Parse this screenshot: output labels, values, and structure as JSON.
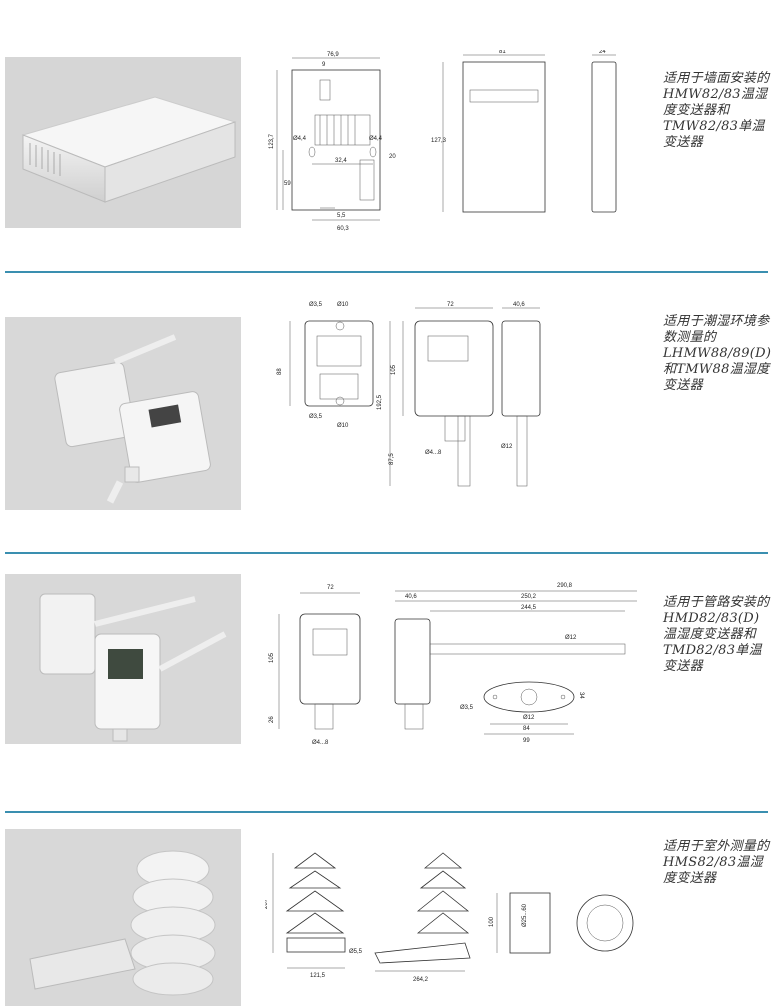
{
  "sections": [
    {
      "description": "适用于墙面安装的HMW82/83温湿度变送器和TMW82/83单温变送器",
      "dims": {
        "front_width": "76,9",
        "top_small": "9",
        "height": "123,7",
        "hole_left": "Ø4,4",
        "hole_right": "Ø4,4",
        "hole_spacing": "32,4",
        "side_20": "20",
        "lower_59": "59",
        "bottom_5_5": "5,5",
        "bottom_width": "60,3",
        "box_width": "81",
        "box_height": "127,3",
        "depth": "24"
      }
    },
    {
      "description": "适用于潮湿环境参数测量的LHMW88/89(D)和TMW88温湿度变送器",
      "dims": {
        "hole_a": "Ø3,5",
        "hole_b": "Ø10",
        "height_88": "88",
        "hole_c": "Ø3,5",
        "hole_d": "Ø10",
        "box_width": "72",
        "total_height": "192,5",
        "upper_105": "105",
        "probe_87_5": "87,5",
        "cable": "Ø4...8",
        "depth": "40,6",
        "probe_dia": "Ø12"
      }
    },
    {
      "description": "适用于管路安装的HMD82/83(D)温湿度变送器和TMD82/83单温变送器",
      "dims": {
        "box_width": "72",
        "height_105": "105",
        "lower_26": "26",
        "cable": "Ø4...8",
        "total_len": "290,8",
        "depth": "40,6",
        "len_250_2": "250,2",
        "len_244_5": "244,5",
        "probe_dia": "Ø12",
        "flange_hole": "Ø3,5",
        "flange_center": "Ø12",
        "flange_34": "34",
        "flange_84": "84",
        "flange_99": "99"
      }
    },
    {
      "description": "适用于室外测量的HMS82/83温湿度变送器",
      "dims": {
        "height_207": "207",
        "hole": "Ø5,5",
        "width_121_5": "121,5",
        "width_264_2": "264,2",
        "clamp_100": "100",
        "clamp_range": "Ø25...60"
      }
    }
  ]
}
